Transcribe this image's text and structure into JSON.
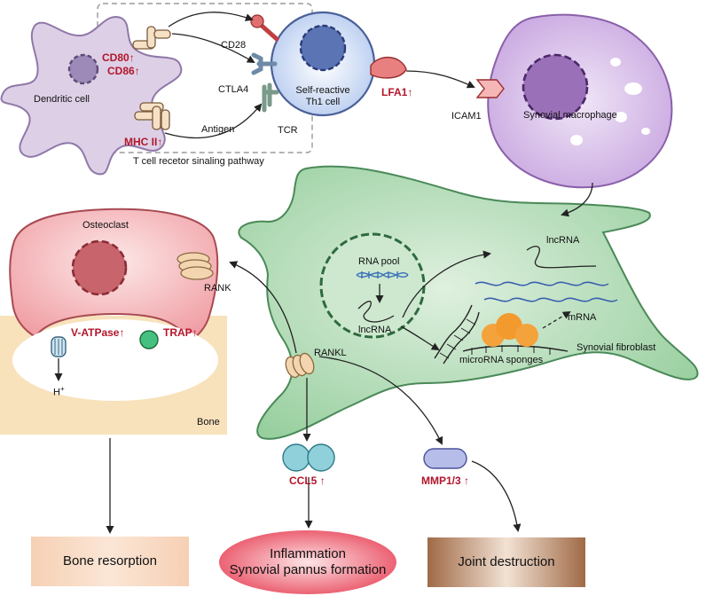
{
  "labels": {
    "dendritic_cell": "Dendritic cell",
    "cd80": "CD80",
    "cd86": "CD86",
    "mhc_ii": "MHC II",
    "antigen": "Antigen",
    "tcr_pathway": "T cell recetor sinaling pathway",
    "cd28": "CD28",
    "ctla4": "CTLA4",
    "tcr": "TCR",
    "th1_line1": "Self-reactive",
    "th1_line2": "Th1 cell",
    "lfa1": "LFA1",
    "icam1": "ICAM1",
    "synovial_macrophage": "Synovial macrophage",
    "osteoclast": "Osteoclast",
    "rank": "RANK",
    "v_atpase": "V-ATPase",
    "trap": "TRAP",
    "proton": "H",
    "proton_charge": "+",
    "bone": "Bone",
    "rna_pool": "RNA pool",
    "lncrna_nucleus": "lncRNA",
    "lncrna_cyto": "lncRNA",
    "mrna": "mRNA",
    "microrna_sponges": "microRNA sponges",
    "synovial_fibroblast": "Synovial fibroblast",
    "rankl": "RANKL",
    "ccl5": "CCL5",
    "mmp13": "MMP1/3",
    "up_arrow": "↑"
  },
  "outcomes": {
    "bone_resorption": "Bone resorption",
    "inflammation_line1": "Inflammation",
    "inflammation_line2": "Synovial pannus formation",
    "joint_destruction": "Joint destruction"
  },
  "colors": {
    "dendritic_fill": "#d9c8e4",
    "dendritic_nucleus": "#9a88b4",
    "th1_fill": "#c7d6f0",
    "th1_nucleus": "#5b78b8",
    "macrophage_fill": "#d9c2ea",
    "macrophage_nucleus": "#9a70b8",
    "osteoclast_fill": "#f2b5b8",
    "osteoclast_nucleus": "#c4656b",
    "fibroblast_fill": "#b8dcbc",
    "fibroblast_nucleus": "#4f9e62",
    "bone": "#f8e0b8",
    "highlight_red": "#b3162b",
    "ccl5": "#8fd0da",
    "mmp": "#b5bde8",
    "bone_resorption_box": "#f7d9c2",
    "inflammation_ellipse": "#ec4e62",
    "joint_destruction_box": "#9c6b4c"
  }
}
